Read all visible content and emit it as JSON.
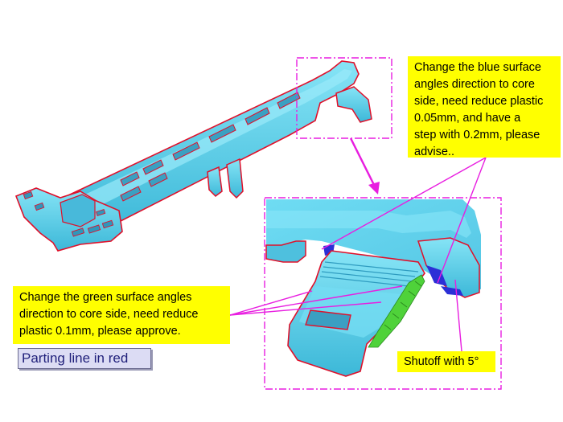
{
  "annotations": {
    "blue_surface_note": "Change the blue surface\nangles direction to core\nside, need reduce plastic\n0.05mm, and have a\nstep with 0.2mm, please\nadvise..",
    "green_surface_note": "Change the green surface angles\n direction to core side, need reduce\n plastic 0.1mm, please approve.",
    "shutoff_note": "Shutoff with 5°",
    "parting_line_label": "Parting line in red"
  },
  "colors": {
    "part_fill": "#5fd3ee",
    "part_shadow": "#3aa9c9",
    "parting_line": "#e0102a",
    "callout_line": "#e81ee0",
    "note_background": "#ffff00",
    "green_surface": "#4fd23a",
    "blue_surface": "#2b2fd6",
    "label_background": "#dcdcf4"
  }
}
